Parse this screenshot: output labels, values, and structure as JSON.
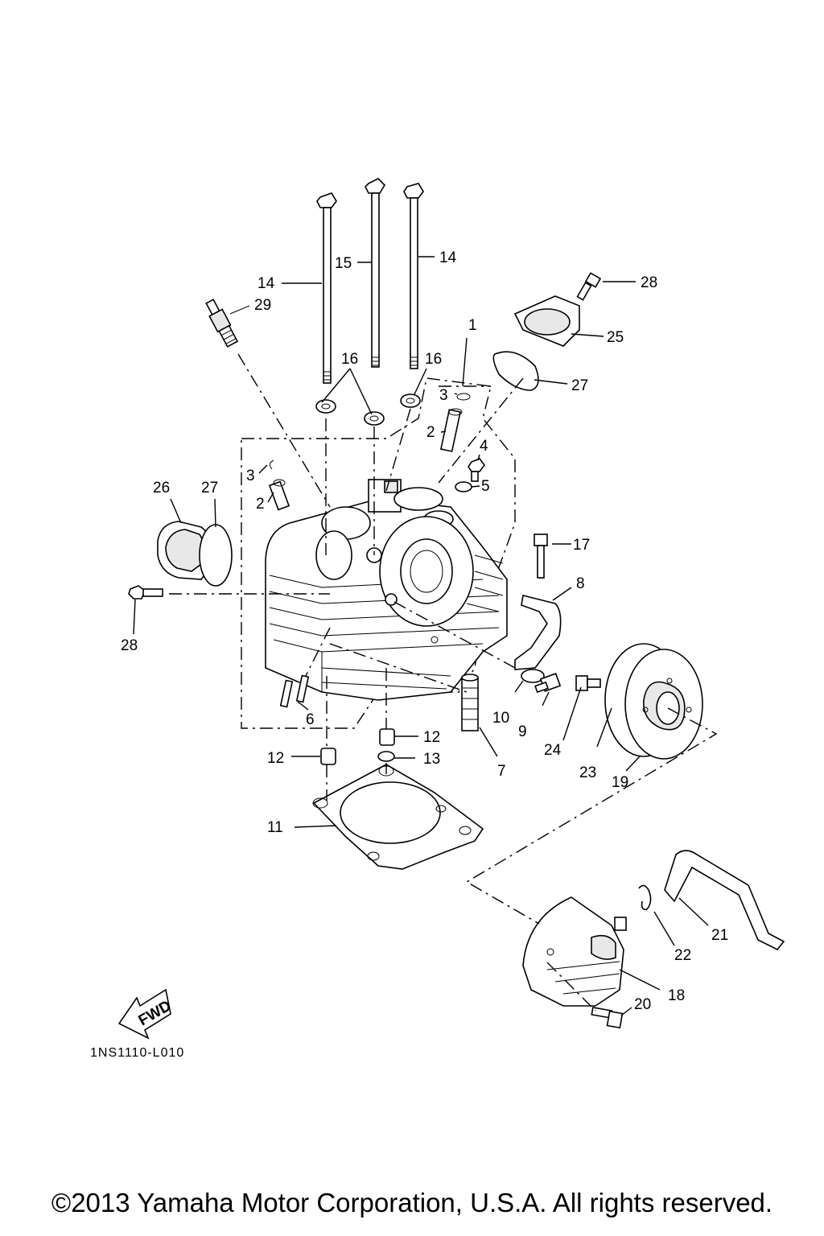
{
  "diagram": {
    "callouts": {
      "c1": "1",
      "c2a": "2",
      "c2b": "2",
      "c3a": "3",
      "c3b": "3",
      "c4": "4",
      "c5": "5",
      "c6": "6",
      "c7": "7",
      "c8": "8",
      "c9": "9",
      "c10": "10",
      "c11": "11",
      "c12a": "12",
      "c12b": "12",
      "c13": "13",
      "c14a": "14",
      "c14b": "14",
      "c15": "15",
      "c16a": "16",
      "c16b": "16",
      "c17": "17",
      "c18": "18",
      "c19": "19",
      "c20": "20",
      "c21": "21",
      "c22": "22",
      "c23": "23",
      "c24": "24",
      "c25": "25",
      "c26": "26",
      "c27a": "27",
      "c27b": "27",
      "c28a": "28",
      "c28b": "28",
      "c29": "29"
    },
    "fwd_label": "FWD",
    "diagram_code": "1NS1110-L010"
  },
  "footer": {
    "copyright": "©2013 Yamaha Motor Corporation, U.S.A. All rights reserved."
  }
}
